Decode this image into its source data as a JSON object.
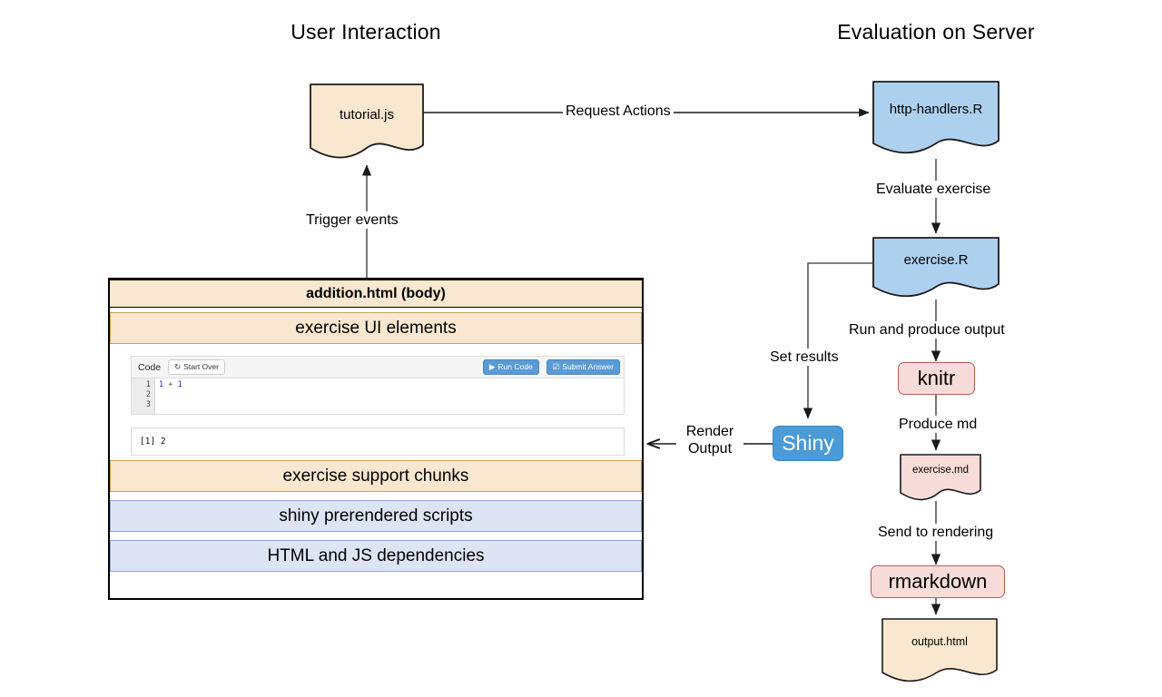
{
  "columns": {
    "left_heading": "User Interaction",
    "right_heading": "Evaluation on Server"
  },
  "nodes": {
    "tutorial_js": "tutorial.js",
    "http_handlers": "http-handlers.R",
    "exercise_r": "exercise.R",
    "knitr": "knitr",
    "exercise_md": "exercise.md",
    "rmarkdown": "rmarkdown",
    "output_html": "output.html",
    "shiny": "Shiny"
  },
  "edges": {
    "request_actions": "Request Actions",
    "trigger_events": "Trigger events",
    "evaluate_exercise": "Evaluate exercise",
    "run_and_produce_output": "Run and produce output",
    "set_results": "Set results",
    "produce_md": "Produce md",
    "send_to_rendering": "Send to rendering",
    "render_output_line1": "Render",
    "render_output_line2": "Output"
  },
  "addition_panel": {
    "title": "addition.html (body)",
    "bands": [
      {
        "label": "exercise UI elements",
        "style": "orange"
      },
      {
        "label": "exercise support chunks",
        "style": "orange"
      },
      {
        "label": "shiny prerendered scripts",
        "style": "blue"
      },
      {
        "label": "HTML and JS dependencies",
        "style": "blue"
      }
    ]
  },
  "exercise_widget": {
    "code_label": "Code",
    "start_over_label": "Start Over",
    "start_over_icon": "refresh-icon",
    "run_code_label": "Run Code",
    "run_code_icon": "play-icon",
    "submit_answer_label": "Submit Answer",
    "submit_answer_icon": "checkbox-icon",
    "line_numbers": [
      "1",
      "2",
      "3"
    ],
    "code_line_1_a": "1",
    "code_line_1_op": "+",
    "code_line_1_b": "1",
    "output_text": "[1] 2"
  },
  "colors": {
    "doc_orange_fill": "#fae7cf",
    "doc_blue_fill": "#aed0ef",
    "doc_pink_fill": "#f8dcd9",
    "band_blue_fill": "#dde5f5",
    "shiny_blue": "#4a9bd8",
    "pill_red_border": "#b85c50",
    "stroke": "#1a1a1a"
  }
}
